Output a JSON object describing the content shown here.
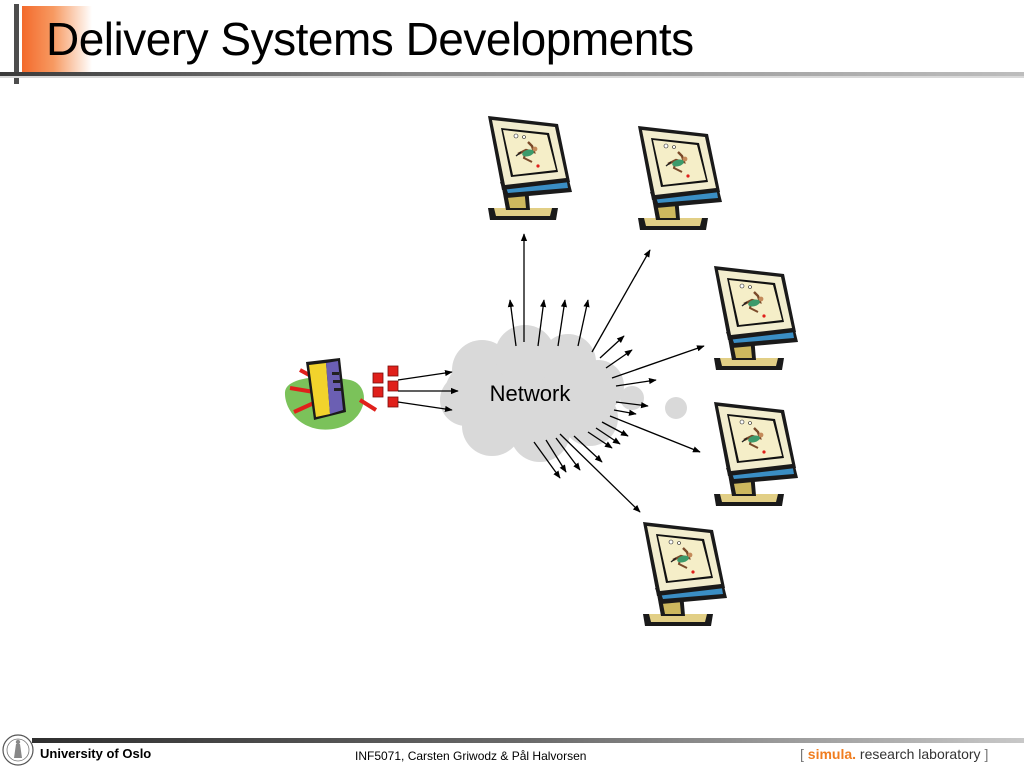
{
  "slide": {
    "title": "Delivery Systems Developments"
  },
  "diagram": {
    "cloud_label": "Network"
  },
  "footer": {
    "university": "University of Oslo",
    "course": "INF5071,  Carsten Griwodz & Pål Halvorsen",
    "lab_bracket_open": "[",
    "lab_name": "simula",
    "lab_dot": ".",
    "lab_suffix": "research laboratory",
    "lab_bracket_close": "]"
  },
  "colors": {
    "accent": "#f36a2c",
    "cloud": "#d9d9d9",
    "packet": "#e0201b"
  }
}
